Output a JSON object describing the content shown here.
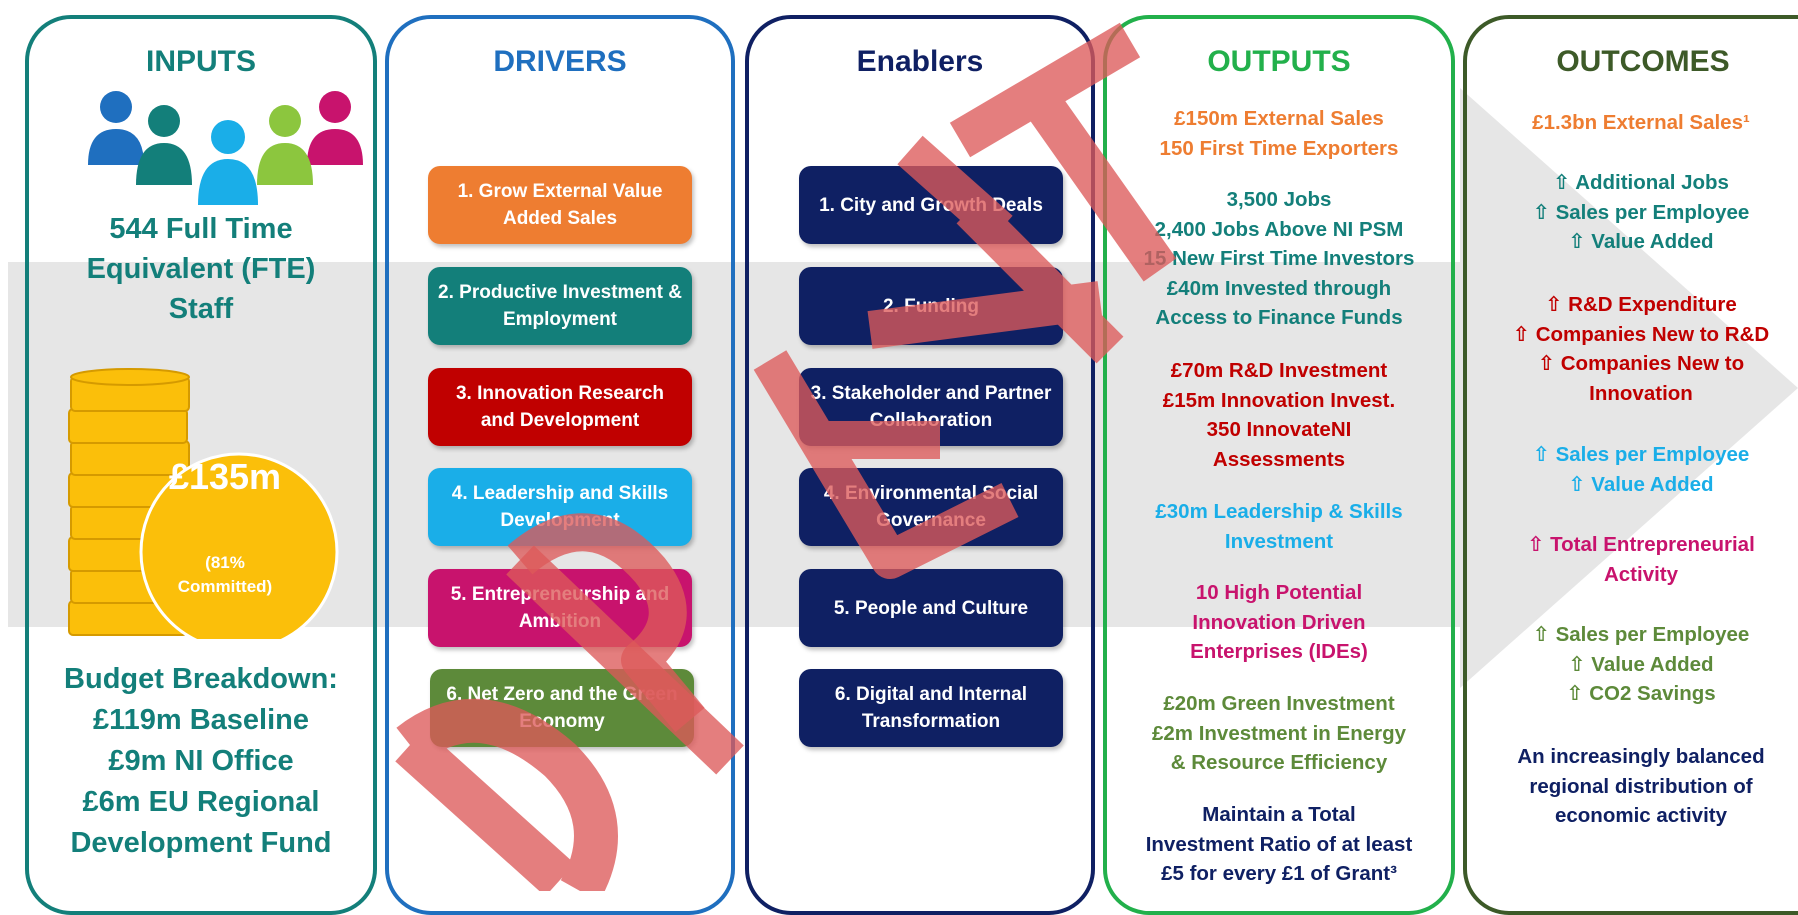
{
  "colors": {
    "inputs_border": "#137f7a",
    "drivers_border": "#1f6fbf",
    "enablers_border": "#0f2063",
    "outputs_border": "#22b04b",
    "outcomes_border": "#3d5a28",
    "watermark": "#dc5a5a"
  },
  "inputs": {
    "title": "INPUTS",
    "fte_line1": "544 Full Time",
    "fte_line2": "Equivalent (FTE)",
    "fte_line3": "Staff",
    "budget_total": "£135m",
    "budget_committed_1": "(81%",
    "budget_committed_2": "Committed)",
    "breakdown_title": "Budget Breakdown:",
    "breakdown": [
      "£119m Baseline",
      "£9m NI Office",
      "£6m EU Regional",
      "Development Fund"
    ],
    "icons": [
      "people-icon",
      "coin-stack-icon"
    ]
  },
  "drivers": {
    "title": "DRIVERS",
    "items": [
      {
        "label": "1. Grow External Value Added Sales",
        "color": "#ee7d31"
      },
      {
        "label": "2. Productive Investment & Employment",
        "color": "#137f7a"
      },
      {
        "label": "3. Innovation Research and Development",
        "color": "#c00000"
      },
      {
        "label": "4. Leadership and Skills Development",
        "color": "#1aaee8"
      },
      {
        "label": "5. Entrepreneurship and Ambition",
        "color": "#c8136d"
      },
      {
        "label": "6. Net Zero and the Green Economy",
        "color": "#5d8a3a"
      }
    ]
  },
  "enablers": {
    "title": "Enablers",
    "items": [
      {
        "label": "1. City and Growth Deals"
      },
      {
        "label": "2. Funding"
      },
      {
        "label": "3. Stakeholder and Partner Collaboration"
      },
      {
        "label": "4. Environmental Social Governance"
      },
      {
        "label": "5. People and Culture"
      },
      {
        "label": "6. Digital and Internal Transformation"
      }
    ]
  },
  "outputs": {
    "title": "OUTPUTS",
    "g1": [
      "£150m External Sales",
      "150 First Time Exporters"
    ],
    "g2": [
      "3,500 Jobs",
      "2,400 Jobs Above NI PSM",
      "15 New First Time Investors",
      "£40m Invested through",
      "Access to Finance Funds"
    ],
    "g3": [
      "£70m R&D Investment",
      "£15m Innovation Invest.",
      "350 InnovateNI",
      "Assessments"
    ],
    "g4": [
      "£30m Leadership & Skills",
      "Investment"
    ],
    "g5": [
      "10 High Potential",
      "Innovation Driven",
      "Enterprises (IDEs)"
    ],
    "g6": [
      "£20m Green Investment",
      "£2m Investment in Energy",
      "& Resource Efficiency"
    ],
    "g7": [
      "Maintain a Total",
      "Investment Ratio of at least",
      "£5 for every £1 of Grant³"
    ]
  },
  "outcomes": {
    "title": "OUTCOMES",
    "arrow_glyph": "⇧",
    "g1": "£1.3bn External Sales¹",
    "g2": [
      "Additional Jobs",
      "Sales per Employee",
      "Value Added"
    ],
    "g3": [
      "R&D Expenditure",
      "Companies New to R&D",
      "Companies New to",
      "Innovation"
    ],
    "g4": [
      "Sales per Employee",
      "Value Added"
    ],
    "g5": [
      "Total Entrepreneurial",
      "Activity"
    ],
    "g6": [
      "Sales per Employee",
      "Value Added",
      "CO2 Savings"
    ],
    "g7": [
      "An increasingly balanced",
      "regional distribution of",
      "economic activity"
    ]
  },
  "watermark_text": "DRAFT"
}
